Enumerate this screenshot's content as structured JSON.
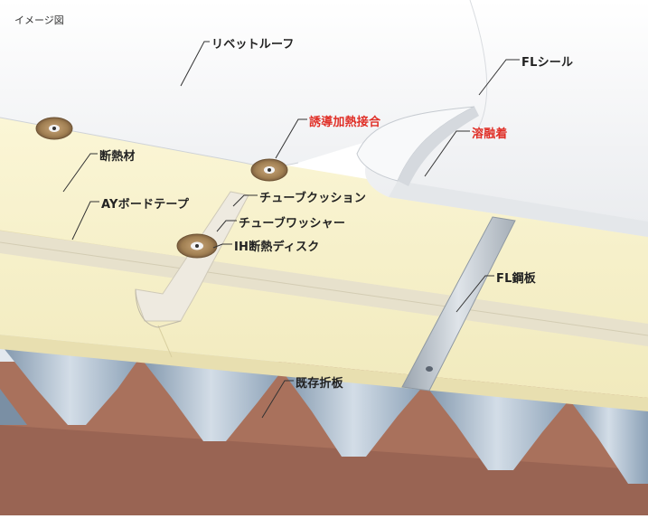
{
  "caption": "イメージ図",
  "labels": {
    "rivet_roof": "リベットルーフ",
    "fl_seal": "FLシール",
    "induction_heat_joint": "誘導加熱接合",
    "solvent_weld": "溶融着",
    "insulation": "断熱材",
    "ay_board_tape": "AYボードテープ",
    "tube_cushion": "チューブクッション",
    "tube_washer": "チューブワッシャー",
    "ih_insulation_disc": "IH断熱ディスク",
    "fl_steel_plate": "FL鋼板",
    "existing_folded_plate": "既存折板"
  },
  "colors": {
    "membrane": "#f2f3f4",
    "insulation": "#f7f1c8",
    "tape": "#e7e1cc",
    "steel_strip": "#c4cbd2",
    "folded_plate": "#9eb2c6",
    "substrate": "#b2613d",
    "highlight_label": "#e03028"
  }
}
